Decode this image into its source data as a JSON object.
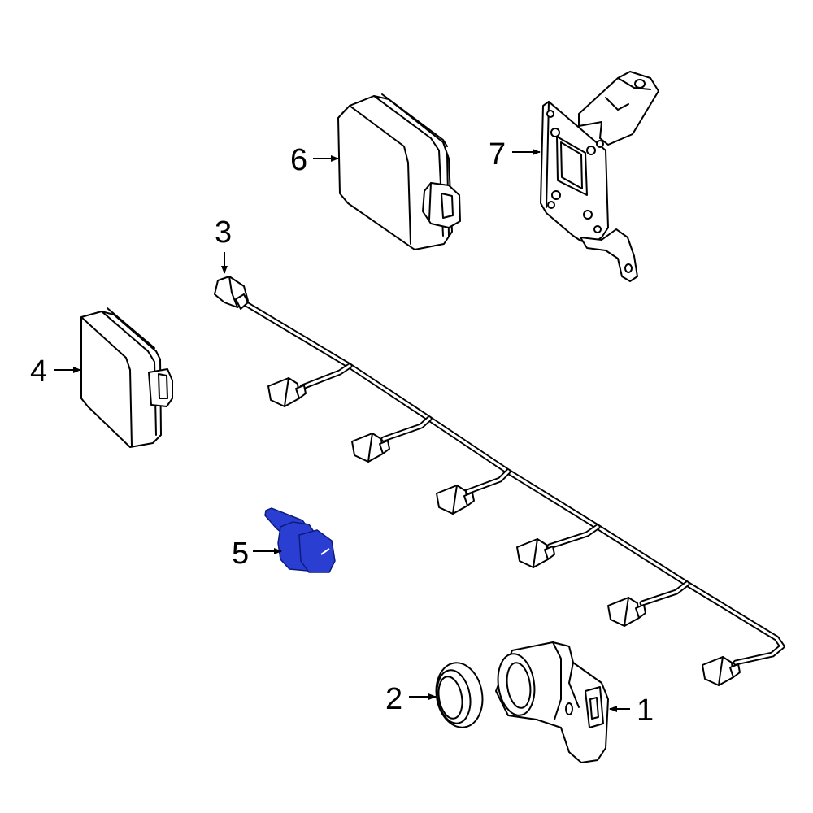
{
  "callouts": {
    "c1": "1",
    "c2": "2",
    "c3": "3",
    "c4": "4",
    "c5": "5",
    "c6": "6",
    "c7": "7"
  },
  "colors": {
    "highlight": "#2a3fd1",
    "highlight_dark": "#0d1a80",
    "line": "#000000",
    "background": "#ffffff"
  }
}
